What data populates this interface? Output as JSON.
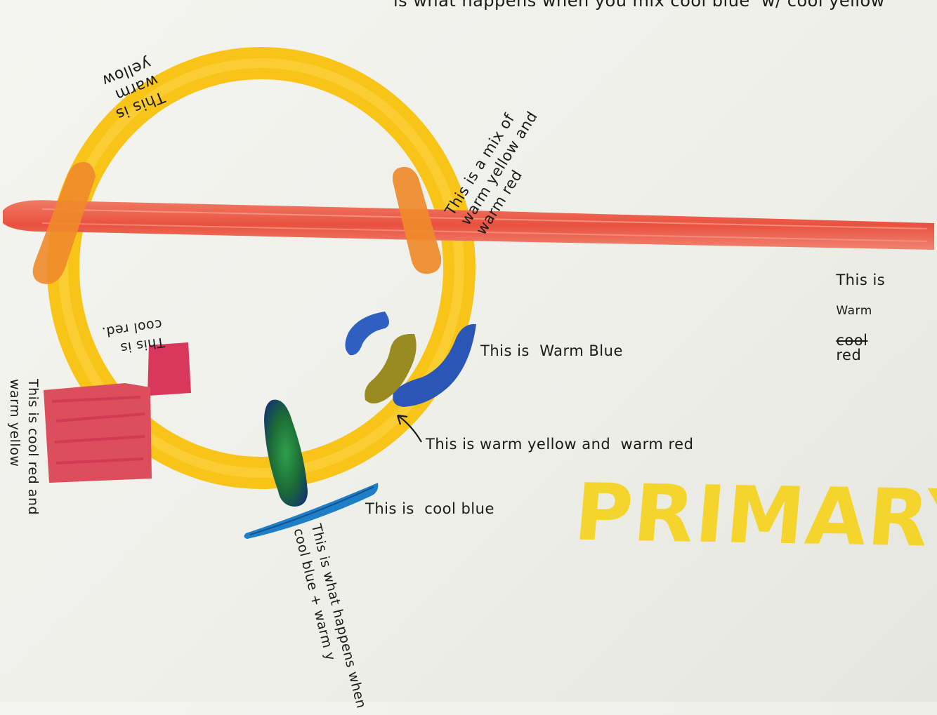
{
  "colors": {
    "paper": "#f1f1ec",
    "warm_yellow": "#f7c515",
    "warm_red": "#ee5c48",
    "orange_mix": "#f08a2a",
    "cool_red": "#d9375c",
    "warm_blue": "#2f5fc0",
    "cool_blue": "#1f7ec8",
    "green_mix": "#1f7a3a",
    "olive_mix": "#9a8a22",
    "ink": "#1a1a1a",
    "primary_text": "#f5d31e"
  },
  "notes": {
    "top_caption": "is what happens when you mix cool blue  w/ cool yellow",
    "warm_yellow": "This is\nwarm\nyellow",
    "mix_yellow_red": "This is a mix of\nwarm yellow and\nwarm red",
    "warm_red_line1": "This is",
    "warm_red_struck": "cool",
    "warm_red_correction": "Warm",
    "warm_red_end": "red",
    "cool_red": "This is\ncool red.",
    "warm_blue": "This is  Warm Blue",
    "warm_yellow_and_red": "This is warm yellow and  warm red",
    "cool_blue": "This is  cool blue",
    "cool_red_warm_yellow": "This is cool red and\nwarm yellow",
    "green_mix": "This is what happens when\ncool blue + warm y",
    "primary": "PRIMARY."
  }
}
